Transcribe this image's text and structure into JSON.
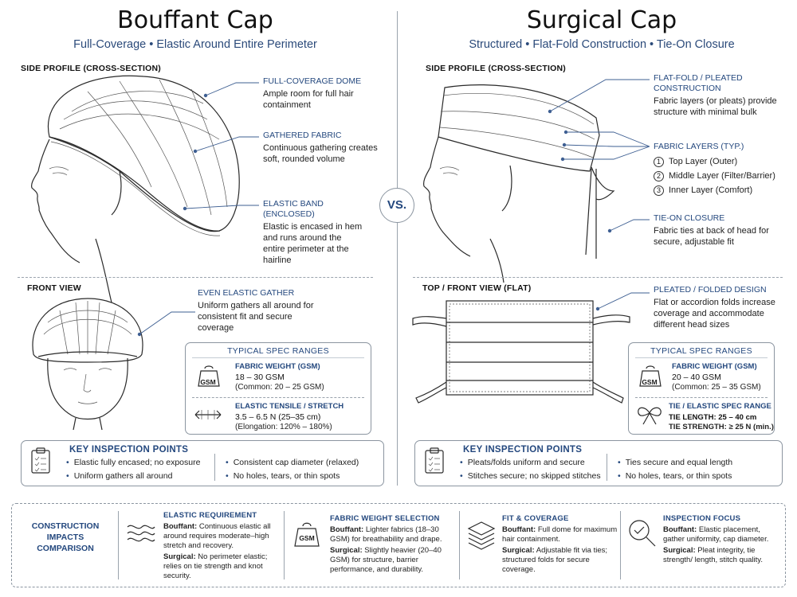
{
  "left": {
    "title": "Bouffant Cap",
    "subtitle": "Full-Coverage • Elastic Around Entire Perimeter",
    "side_label": "SIDE PROFILE (CROSS-SECTION)",
    "callouts": [
      {
        "heading": "FULL-COVERAGE DOME",
        "text": "Ample room for full hair containment"
      },
      {
        "heading": "GATHERED FABRIC",
        "text": "Continuous gathering creates soft, rounded volume"
      },
      {
        "heading": "ELASTIC BAND (ENCLOSED)",
        "text": "Elastic is encased in hem and runs around the entire perimeter at the hairline"
      }
    ],
    "front_label": "FRONT VIEW",
    "front_callout": {
      "heading": "EVEN ELASTIC GATHER",
      "text": "Uniform gathers all around for consistent fit and secure coverage"
    },
    "spec": {
      "title": "TYPICAL SPEC RANGES",
      "rows": [
        {
          "icon_label": "GSM",
          "heading": "FABRIC WEIGHT (GSM)",
          "value": "18 – 30 GSM",
          "sub": "(Common: 20 – 25 GSM)"
        },
        {
          "heading": "ELASTIC TENSILE / STRETCH",
          "value": "3.5 – 6.5 N (25–35 cm)",
          "sub": "(Elongation: 120% – 180%)"
        }
      ]
    },
    "inspection": {
      "title": "KEY INSPECTION POINTS",
      "items": [
        "Elastic fully encased; no exposure",
        "Uniform gathers all around",
        "Consistent cap diameter (relaxed)",
        "No holes, tears, or thin spots"
      ]
    }
  },
  "vs_label": "VS.",
  "right": {
    "title": "Surgical Cap",
    "subtitle": "Structured • Flat-Fold Construction • Tie-On Closure",
    "side_label": "SIDE PROFILE (CROSS-SECTION)",
    "callouts": [
      {
        "heading": "FLAT-FOLD / PLEATED CONSTRUCTION",
        "text": "Fabric layers (or pleats) provide structure with minimal bulk"
      },
      {
        "heading": "FABRIC LAYERS (TYP.)",
        "layers": [
          {
            "num": "1",
            "label": "Top Layer (Outer)"
          },
          {
            "num": "2",
            "label": "Middle Layer (Filter/Barrier)"
          },
          {
            "num": "3",
            "label": "Inner Layer (Comfort)"
          }
        ]
      },
      {
        "heading": "TIE-ON CLOSURE",
        "text": "Fabric ties at back of head for secure, adjustable fit"
      }
    ],
    "front_label": "TOP / FRONT VIEW (FLAT)",
    "front_callout": {
      "heading": "PLEATED / FOLDED DESIGN",
      "text": "Flat or accordion folds increase coverage and accommodate different head sizes"
    },
    "spec": {
      "title": "TYPICAL SPEC RANGES",
      "rows": [
        {
          "icon_label": "GSM",
          "heading": "FABRIC WEIGHT (GSM)",
          "value": "20 – 40 GSM",
          "sub": "(Common: 25 – 35 GSM)"
        },
        {
          "heading": "TIE / ELASTIC SPEC RANGE",
          "value": "TIE LENGTH: 25 – 40 cm",
          "sub": "TIE STRENGTH: ≥ 25 N (min.)"
        }
      ]
    },
    "inspection": {
      "title": "KEY INSPECTION POINTS",
      "items": [
        "Pleats/folds uniform and secure",
        "Stitches secure; no skipped stitches",
        "Ties secure and equal length",
        "No holes, tears, or thin spots"
      ]
    }
  },
  "bottom": {
    "label": "CONSTRUCTION IMPACTS COMPARISON",
    "columns": [
      {
        "heading": "ELASTIC REQUIREMENT",
        "bouffant_tag": "Bouffant:",
        "bouffant": "Continuous elastic all around requires moderate–high stretch and recovery.",
        "surgical_tag": "Surgical:",
        "surgical": "No perimeter elastic; relies on tie strength and knot security."
      },
      {
        "heading": "FABRIC WEIGHT SELECTION",
        "icon_label": "GSM",
        "bouffant_tag": "Bouffant:",
        "bouffant": "Lighter fabrics (18–30 GSM) for breathability and drape.",
        "surgical_tag": "Surgical:",
        "surgical": "Slightly heavier (20–40 GSM) for structure, barrier performance, and durability."
      },
      {
        "heading": "FIT & COVERAGE",
        "bouffant_tag": "Bouffant:",
        "bouffant": "Full dome for maximum hair containment.",
        "surgical_tag": "Surgical:",
        "surgical": "Adjustable fit via ties; structured folds for secure coverage."
      },
      {
        "heading": "INSPECTION FOCUS",
        "bouffant_tag": "Bouffant:",
        "bouffant": "Elastic placement, gather uniformity, cap diameter.",
        "surgical_tag": "Surgical:",
        "surgical": "Pleat integrity, tie strength/ length, stitch quality."
      }
    ]
  },
  "colors": {
    "accent": "#24487e",
    "line": "#2a2a2a",
    "divider": "#9aa3ad"
  }
}
